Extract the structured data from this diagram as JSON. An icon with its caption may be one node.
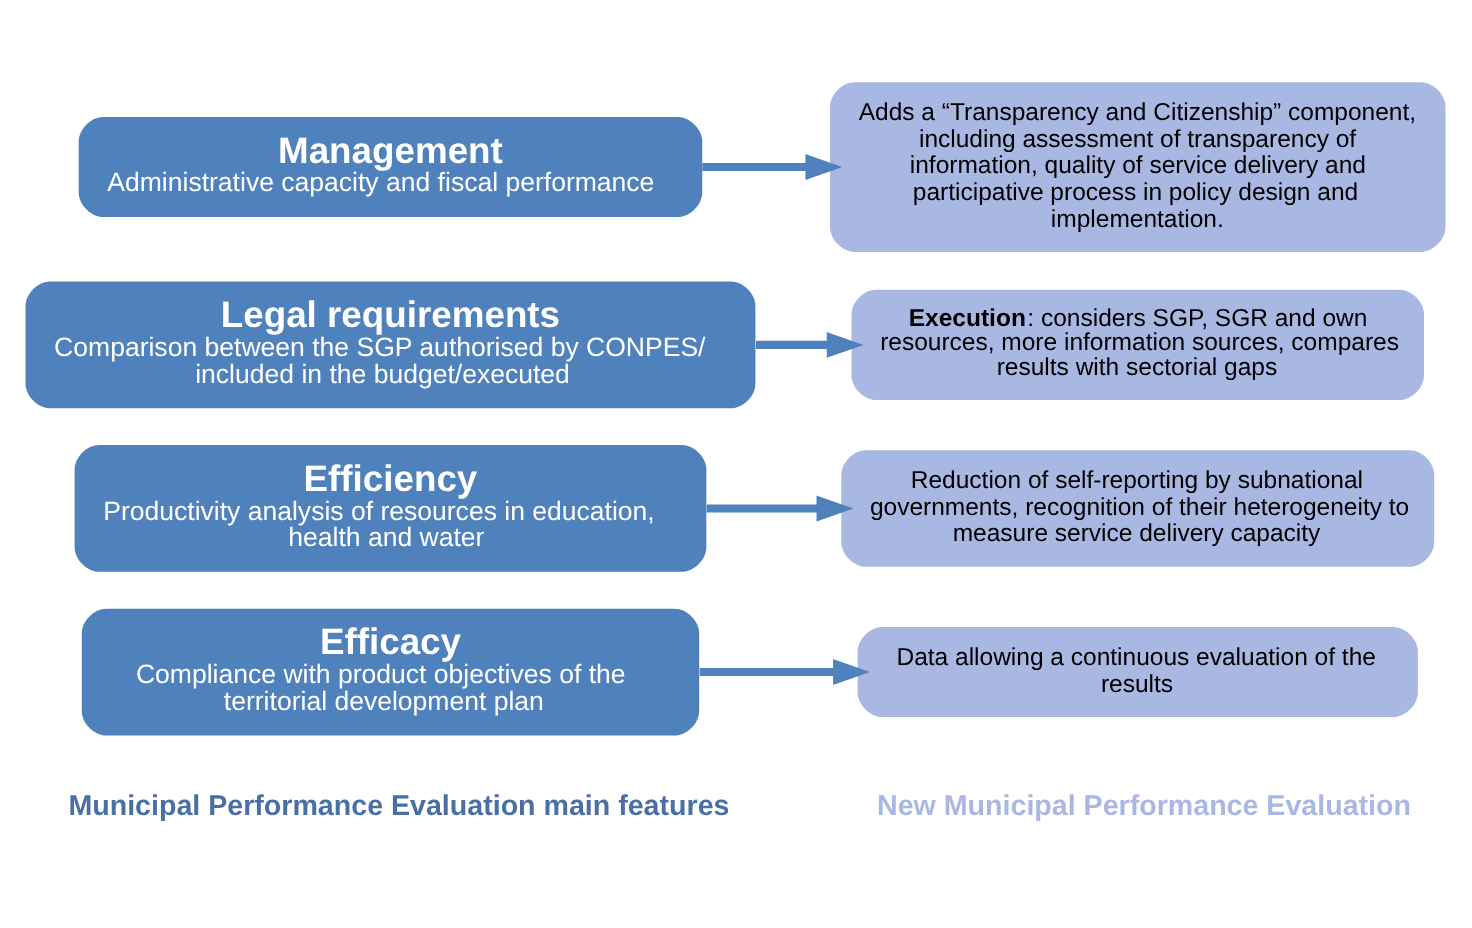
{
  "diagram": {
    "nodes": [
      {
        "text": [
          "Efficacy",
          "Compliance with product objectives of the territorial development plan"
        ]
      },
      {
        "text": [
          "Efficiency",
          "Productivity analysis of resources in education, health and water"
        ]
      },
      {
        "text": [
          "Legal requirements",
          "Comparison between the SGP authorised by CONPES/ included in the budget/executed"
        ]
      },
      {
        "text": [
          "Management",
          "Administrative capacity and fiscal performance"
        ]
      },
      {
        "text": [
          "Data allowing a continuous evaluation of the results"
        ]
      },
      {
        "text": [
          "Reduction of self-reporting by subnational governments, recognition of their heterogeneity to measure service delivery capacity"
        ]
      },
      {
        "text": [
          "**Execution**: considers SGP, SGR and own resources, more information sources, compares results with sectorial gaps"
        ]
      },
      {
        "text": [
          "Adds a “Transparency and Citizenship” component, including assessment of transparency of information, quality of service delivery and participative process in policy design and implementation."
        ]
      }
    ],
    "edges": [
      {
        "from": 0,
        "to": 4,
        "arrow": "to"
      },
      {
        "from": 1,
        "to": 5,
        "arrow": "to"
      },
      {
        "from": 2,
        "to": 6,
        "arrow": "to"
      },
      {
        "from": 3,
        "to": 7,
        "arrow": "to"
      }
    ],
    "labels": [
      "Municipal Performance Evaluation main features",
      "New Municipal Performance Evaluation"
    ]
  }
}
